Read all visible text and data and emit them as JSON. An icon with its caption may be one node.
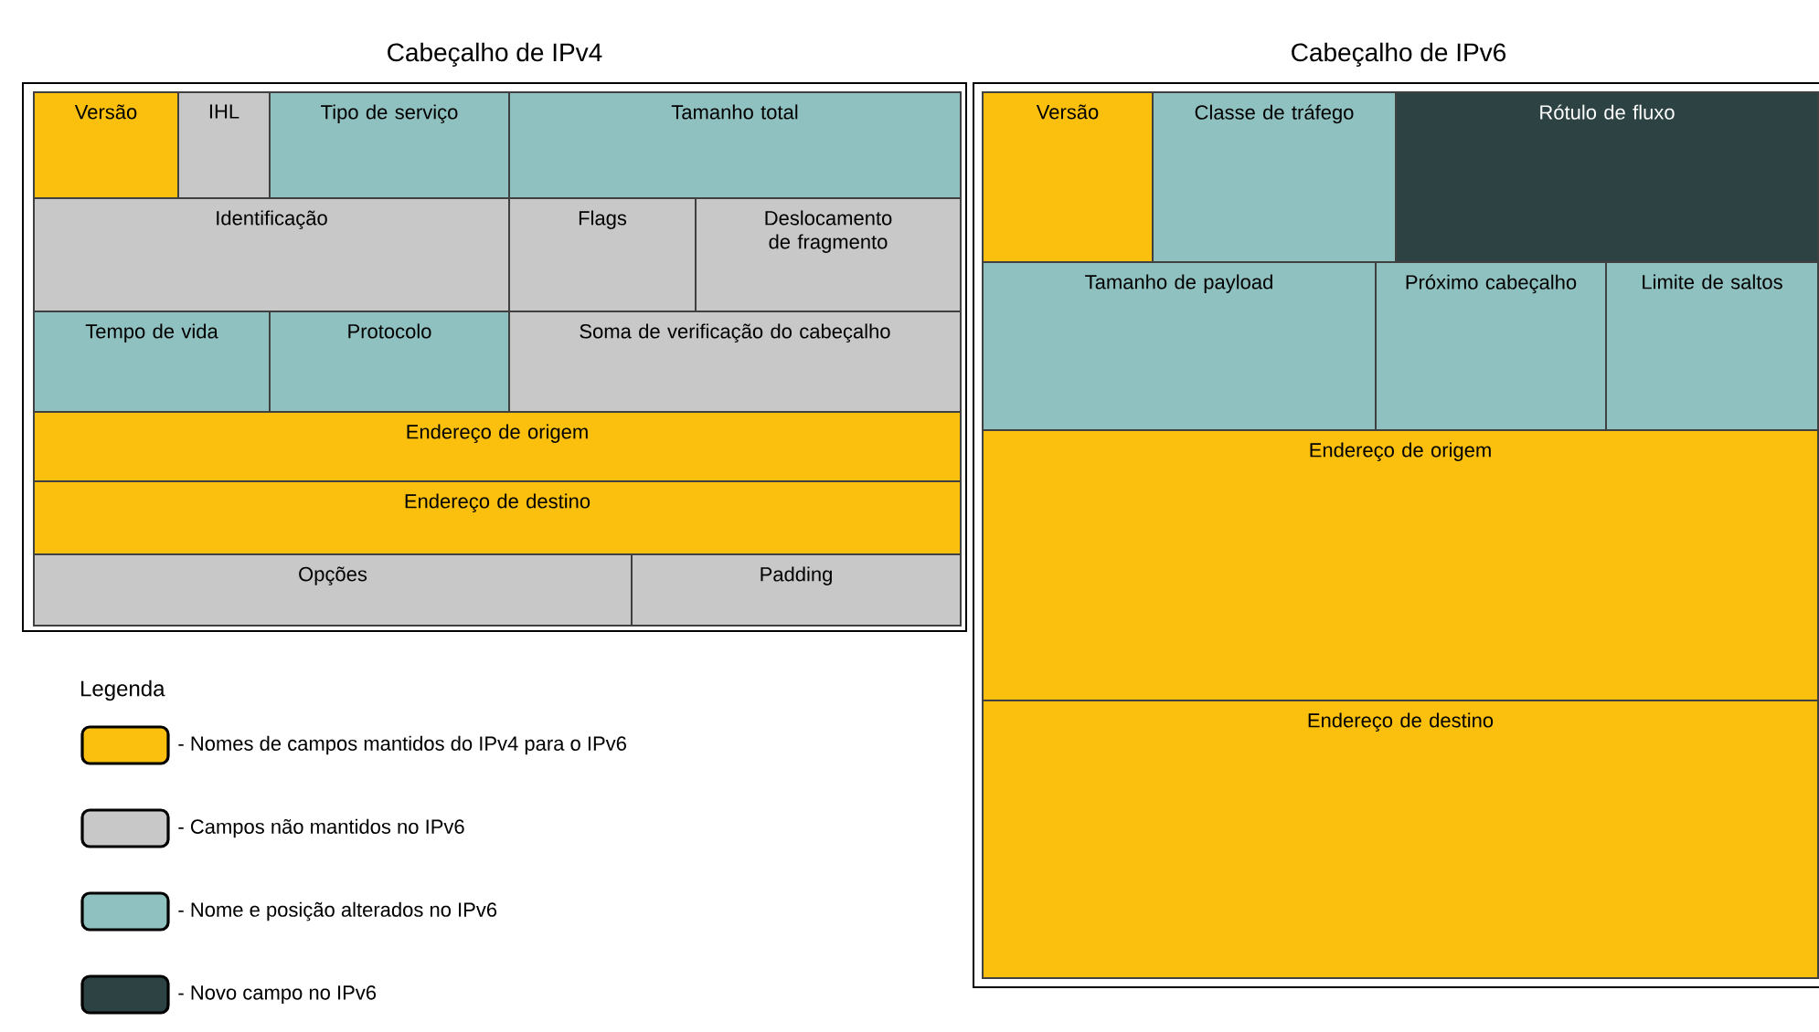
{
  "diagram": {
    "nodes": [
      {
        "text": [
          "Cabeçalho de IPv4"
        ]
      },
      {
        "text": [
          "Versão"
        ],
        "in": 0
      },
      {
        "text": [
          "IHL"
        ],
        "in": 0
      },
      {
        "text": [
          "Tipo de serviço"
        ],
        "in": 0
      },
      {
        "text": [
          "Tamanho total"
        ],
        "in": 0
      },
      {
        "text": [
          "Identificação"
        ],
        "in": 0
      },
      {
        "text": [
          "Flags"
        ],
        "in": 0
      },
      {
        "text": [
          "Deslocamento de fragmento"
        ],
        "in": 0
      },
      {
        "text": [
          "Tempo de vida"
        ],
        "in": 0
      },
      {
        "text": [
          "Protocolo"
        ],
        "in": 0
      },
      {
        "text": [
          "Soma de verificação do cabeçalho"
        ],
        "in": 0
      },
      {
        "text": [
          "Endereço de origem"
        ],
        "in": 0
      },
      {
        "text": [
          "Endereço de destino"
        ],
        "in": 0
      },
      {
        "text": [
          "Opções"
        ],
        "in": 0
      },
      {
        "text": [
          "Padding"
        ],
        "in": 0
      },
      {
        "text": [
          "Cabeçalho de IPv6"
        ]
      },
      {
        "text": [
          "Versão"
        ],
        "in": 15
      },
      {
        "text": [
          "Classe de tráfego"
        ],
        "in": 15
      },
      {
        "text": [
          "Rótulo de fluxo"
        ],
        "in": 15
      },
      {
        "text": [
          "Tamanho de payload"
        ],
        "in": 15
      },
      {
        "text": [
          "Próximo cabeçalho"
        ],
        "in": 15
      },
      {
        "text": [
          "Limite de saltos"
        ],
        "in": 15
      },
      {
        "text": [
          "Endereço de origem"
        ],
        "in": 15
      },
      {
        "text": [
          "Endereço de destino"
        ],
        "in": 15
      }
    ],
    "labels": [
      "Legenda"
    ],
    "legend": [
      {
        "text": "- Nomes de campos mantidos do IPv4 para o IPv6",
        "color": "#fbbf0e"
      },
      {
        "text": "- Campos não mantidos no IPv6",
        "color": "#c8c8c8"
      },
      {
        "text": "- Nome e posição alterados no IPv6",
        "color": "#8fc1c0"
      },
      {
        "text": "- Novo campo no IPv6",
        "color": "#2d4242"
      }
    ]
  }
}
